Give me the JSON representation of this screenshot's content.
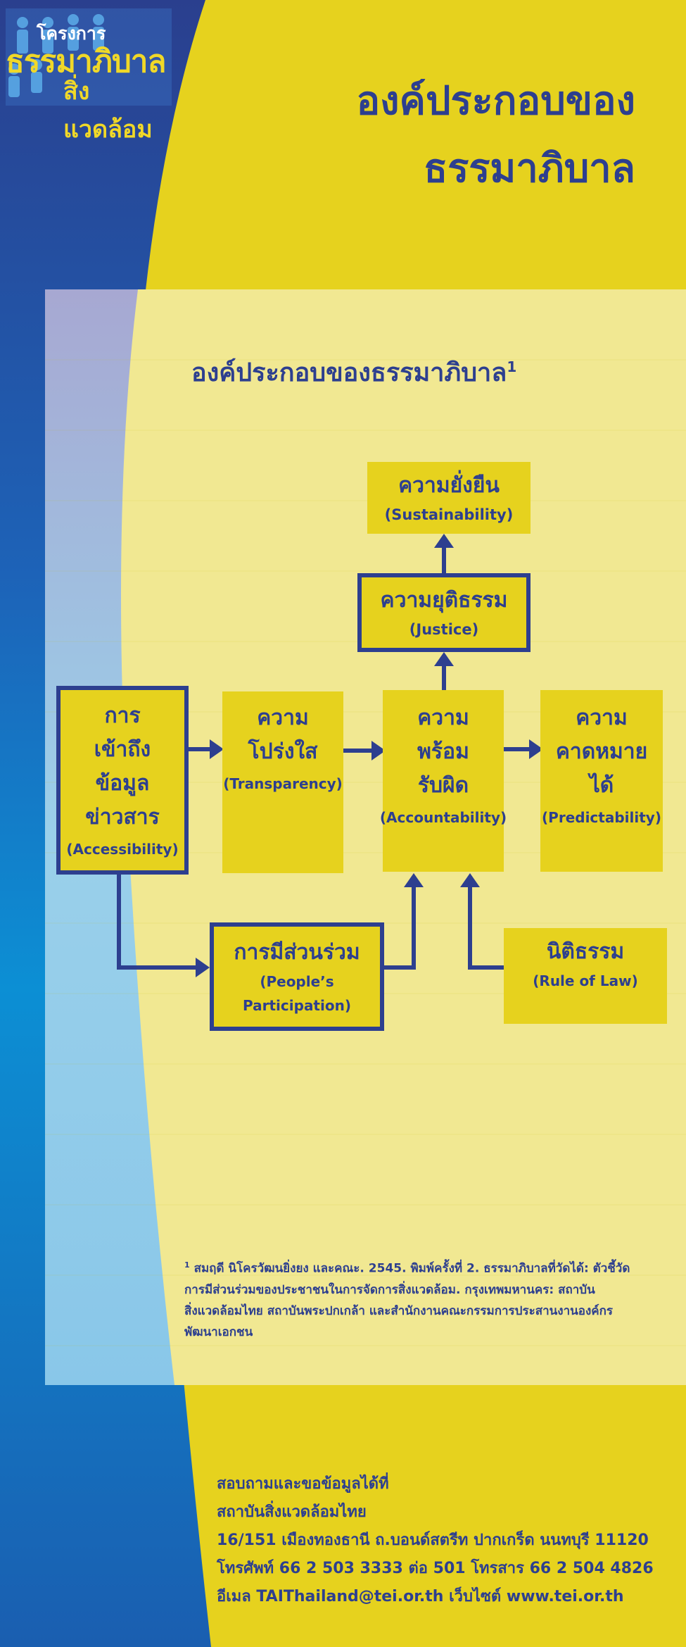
{
  "colors": {
    "yellow": "#e6d21e",
    "navy": "#2d3f8f",
    "blue_left": "#1e7fc8",
    "panel_light": "#f3ea96"
  },
  "logo": {
    "line1": "โครงการ",
    "line2": "ธรรมาภิบาล",
    "line3": "สิ่งแวดล้อม"
  },
  "header": {
    "title_line1": "องค์ประกอบของ",
    "title_line2": "ธรรมาภิบาล"
  },
  "diagram": {
    "title": "องค์ประกอบของธรรมาภิบาล",
    "title_sup": "1",
    "nodes": {
      "sustainability": {
        "th": "ความยั่งยืน",
        "en": "(Sustainability)"
      },
      "justice": {
        "th": "ความยุติธรรม",
        "en": "(Justice)"
      },
      "accessibility": {
        "th": [
          "การ",
          "เข้าถึง",
          "ข้อมูล",
          "ข่าวสาร"
        ],
        "en": "(Accessibility)"
      },
      "transparency": {
        "th": [
          "ความ",
          "โปร่งใส"
        ],
        "en": "(Transparency)"
      },
      "accountability": {
        "th": [
          "ความ",
          "พร้อม",
          "รับผิด"
        ],
        "en": "(Accountability)"
      },
      "predictability": {
        "th": [
          "ความ",
          "คาดหมาย",
          "ได้"
        ],
        "en": "(Predictability)"
      },
      "participation": {
        "th": "การมีส่วนร่วม",
        "en": [
          "(People’s",
          "Participation)"
        ]
      },
      "rule_of_law": {
        "th": "นิติธรรม",
        "en": "(Rule of Law)"
      }
    }
  },
  "footnote": {
    "sup": "1",
    "lines": [
      " สมฤดี นิโครวัฒนยิ่งยง และคณะ. 2545. พิมพ์ครั้งที่ 2. ธรรมาภิบาลที่วัดได้: ตัวชี้วัด",
      "การมีส่วนร่วมของประชาชนในการจัดการสิ่งแวดล้อม. กรุงเทพมหานคร: สถาบัน",
      "สิ่งแวดล้อมไทย สถาบันพระปกเกล้า และสำนักงานคณะกรรมการประสานงานองค์กร",
      "พัฒนาเอกชน"
    ]
  },
  "contact": {
    "lines": [
      "สอบถามและขอข้อมูลได้ที่",
      "สถาบันสิ่งแวดล้อมไทย",
      "16/151 เมืองทองธานี ถ.บอนด์สตรีท ปากเกร็ด นนทบุรี 11120",
      "โทรศัพท์ 66 2 503 3333 ต่อ 501 โทรสาร 66 2 504 4826",
      "อีเมล TAIThailand@tei.or.th เว็บไซต์ www.tei.or.th"
    ]
  }
}
